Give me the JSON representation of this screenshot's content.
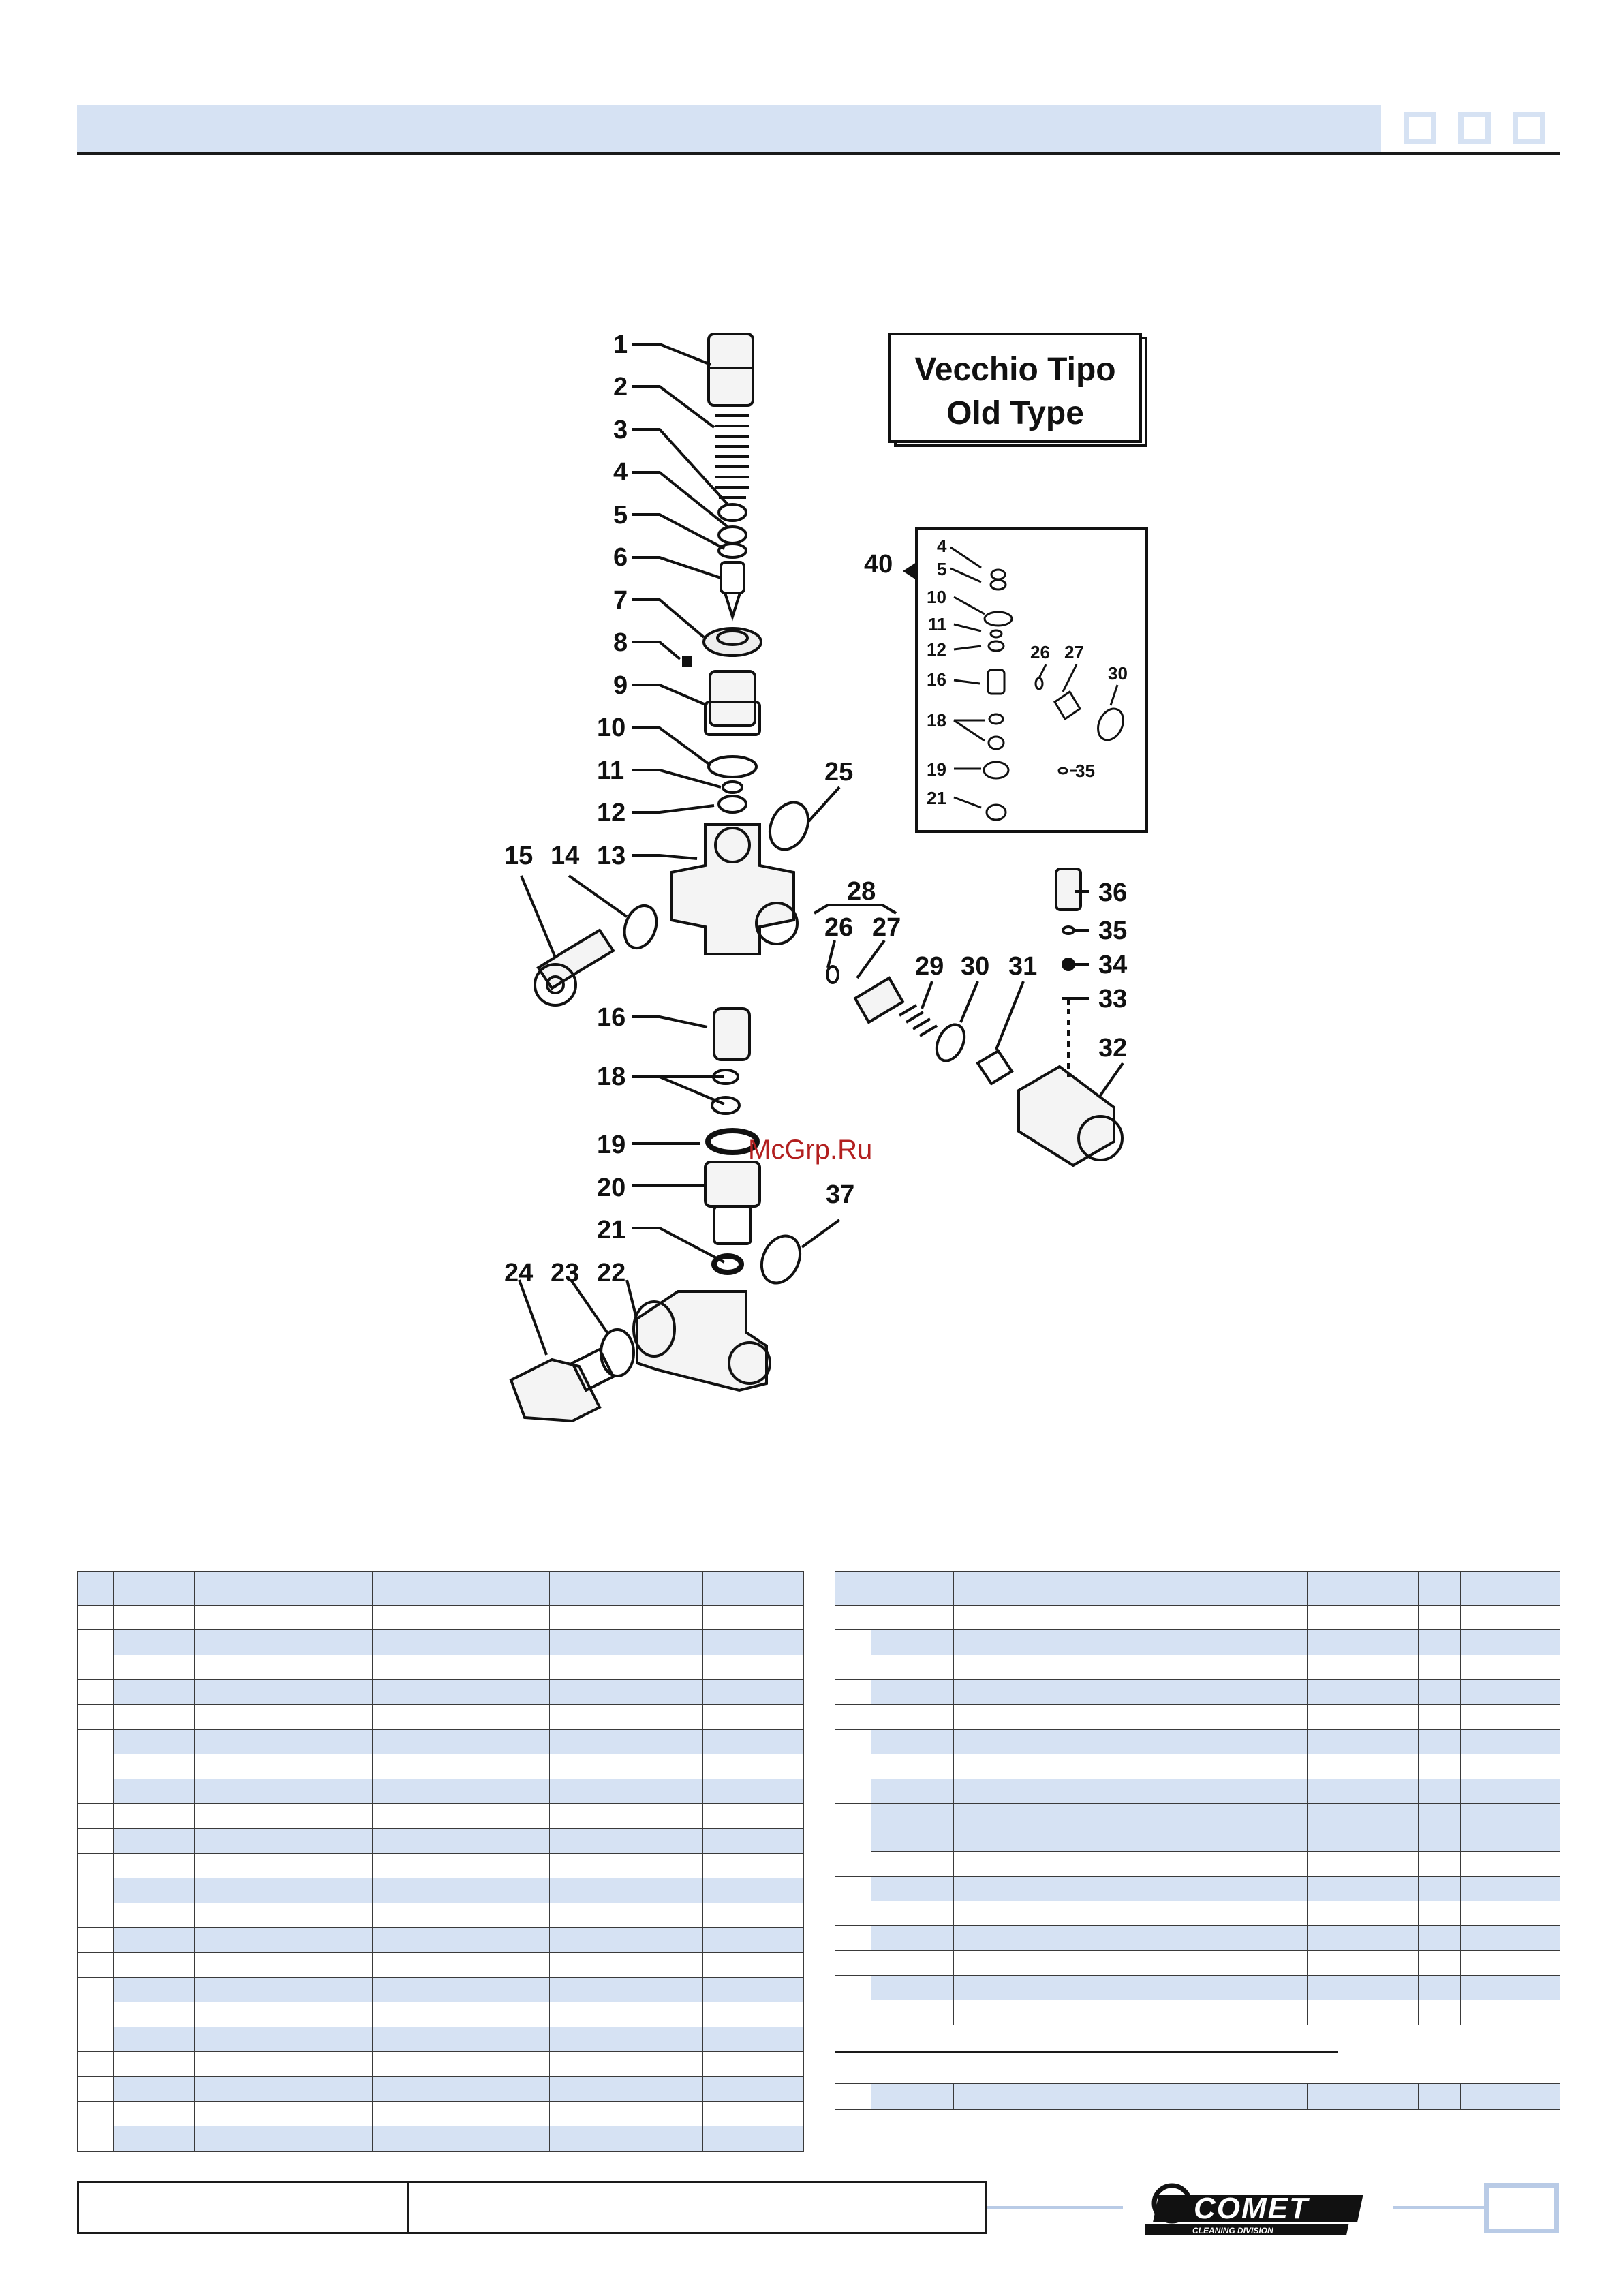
{
  "drawing": {
    "box_title": [
      "Vecchio Tipo",
      "Old Type"
    ],
    "main_callouts": [
      "1",
      "2",
      "3",
      "4",
      "5",
      "6",
      "7",
      "8",
      "9",
      "10",
      "11",
      "12",
      "13",
      "14",
      "15",
      "16",
      "18",
      "19",
      "20",
      "21",
      "22",
      "23",
      "24",
      "25",
      "26",
      "27",
      "28",
      "29",
      "30",
      "31",
      "32",
      "33",
      "34",
      "35",
      "36",
      "37",
      "40"
    ],
    "inset_callouts": [
      "4",
      "5",
      "10",
      "11",
      "12",
      "16",
      "18",
      "19",
      "21",
      "26",
      "27",
      "30",
      "35"
    ]
  },
  "watermark": "McGrp.Ru",
  "logo": {
    "name": "COMET",
    "tagline": "CLEANING DIVISION"
  },
  "colors": {
    "band": "#d6e2f3",
    "rule": "#1a1a1a",
    "footer_accent": "#b9cbe6",
    "watermark": "#b21f1f"
  },
  "tables": {
    "left_rows": 22,
    "right_rows": 16,
    "bottom_rows": 1
  }
}
